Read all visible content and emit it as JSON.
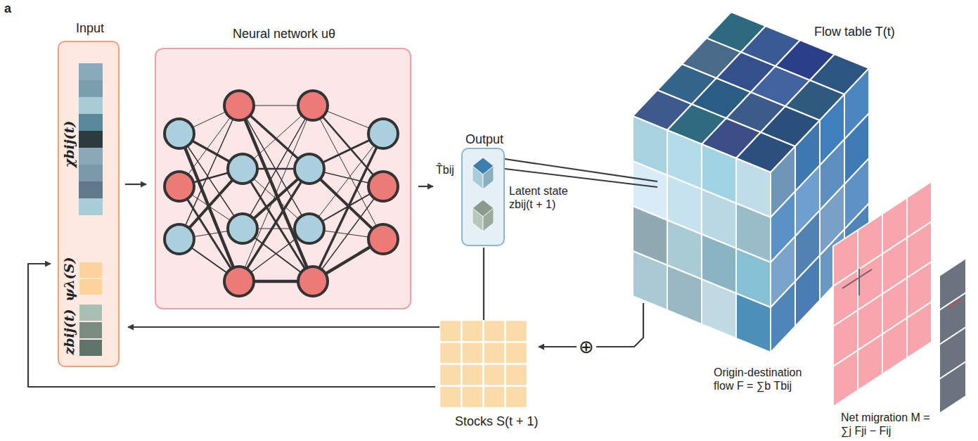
{
  "diagram": {
    "nodes": [
      {
        "text": [
          "Input",
          "χbij(t)",
          "ψλ(S)",
          "zbij(t)"
        ]
      },
      {
        "text": [
          "Neural network uθ"
        ]
      },
      {
        "text": [
          "Output"
        ]
      },
      {
        "text": [
          "Flow table T(t)"
        ]
      },
      {
        "text": [
          "Stocks S(t + 1)"
        ]
      }
    ],
    "edges": [
      {
        "from": 0,
        "to": 1,
        "arrow": "to"
      },
      {
        "from": 1,
        "to": 2,
        "arrow": "to"
      },
      {
        "from": 2,
        "to": 0,
        "arrow": "to"
      },
      {
        "from": 3,
        "to": 4,
        "label": "⊕",
        "arrow": "to"
      },
      {
        "from": 4,
        "to": 0,
        "arrow": "to"
      },
      {
        "from": 2,
        "to": 3,
        "arrow": "none"
      }
    ],
    "labels": [
      "a",
      "T̂bij",
      "Latent state zbij(t + 1)",
      "Origin-destination flow F = ∑b Tbij",
      "Net migration M = ∑j Fji − Fij"
    ]
  }
}
